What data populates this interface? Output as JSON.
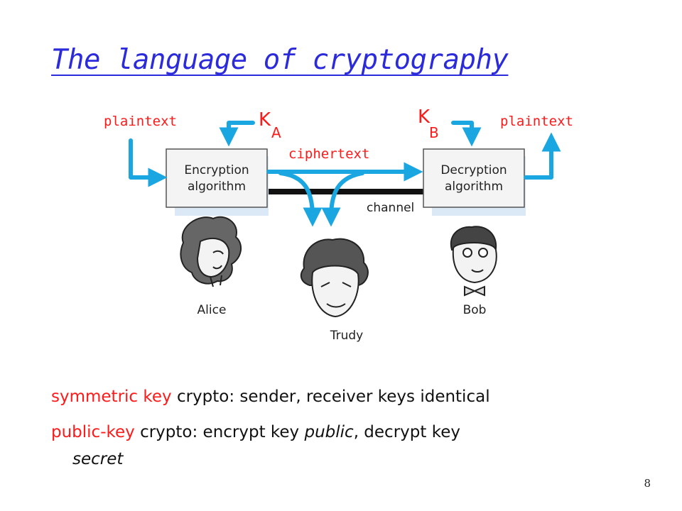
{
  "slide": {
    "title": "The language of cryptography",
    "page_number": "8"
  },
  "diagram": {
    "plaintext_left": "plaintext",
    "plaintext_right": "plaintext",
    "key_a_letter": "K",
    "key_a_sub": "A",
    "key_b_letter": "K",
    "key_b_sub": "B",
    "ciphertext": "ciphertext",
    "encryption_line1": "Encryption",
    "encryption_line2": "algorithm",
    "decryption_line1": "Decryption",
    "decryption_line2": "algorithm",
    "channel": "channel",
    "alice": "Alice",
    "trudy": "Trudy",
    "bob": "Bob"
  },
  "bullets": {
    "line1_highlight": "symmetric key",
    "line1_rest": " crypto: sender, receiver keys identical",
    "line2_highlight": "public-key",
    "line2_pre": " crypto: encrypt key ",
    "line2_italic1": "public",
    "line2_mid": ", decrypt key",
    "line3_italic": "secret"
  },
  "colors": {
    "title": "#2b2bdc",
    "highlight": "#ff1a1a",
    "arrow": "#1aa6e0"
  }
}
